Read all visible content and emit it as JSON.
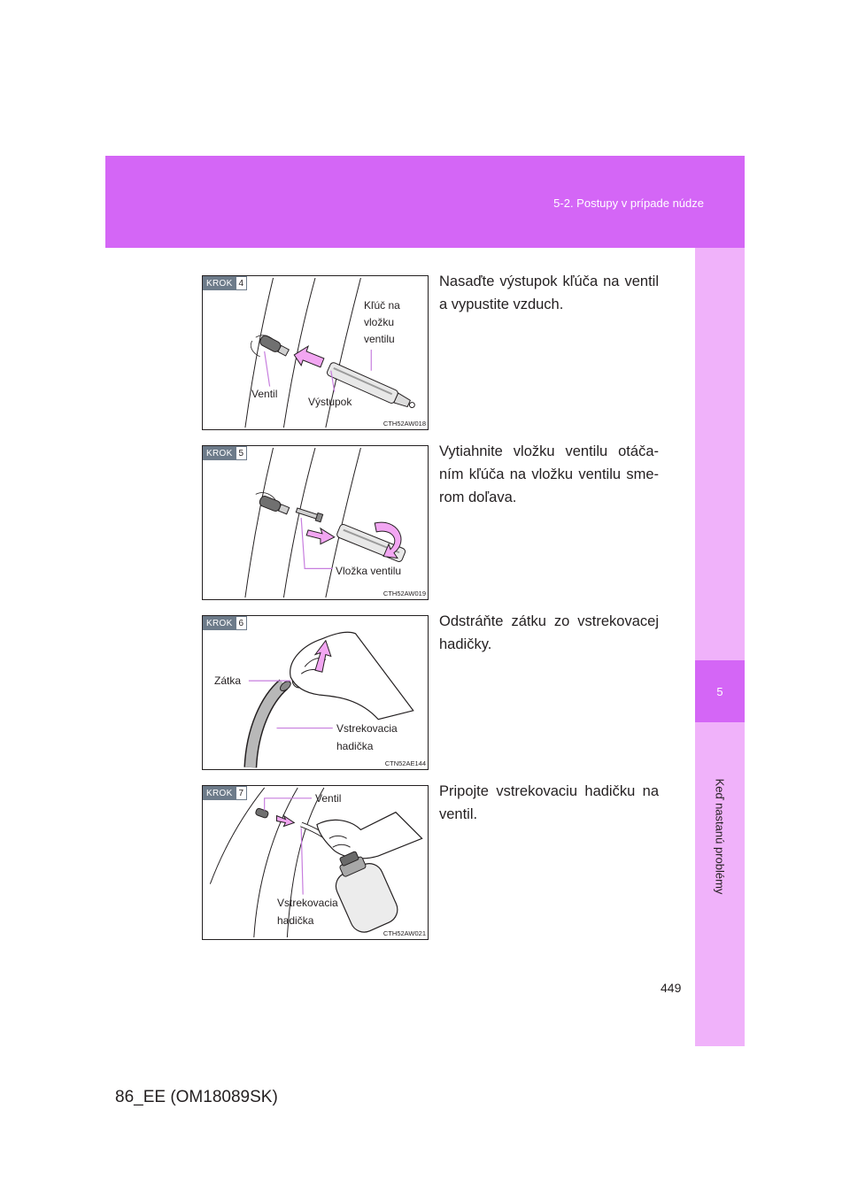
{
  "header": {
    "section_title": "5-2. Postupy v prípade núdze",
    "color": "#d466f6"
  },
  "side_tab": {
    "chapter_number": "5",
    "chapter_title": "Keď nastanú problémy",
    "color": "#f0b2fa"
  },
  "page_number": "449",
  "footer_code": "86_EE (OM18089SK)",
  "steps": [
    {
      "badge": "KROK",
      "number": "4",
      "text": "Nasaďte výstupok kľúča na ventil a vypustite vzduch.",
      "figure_code": "CTH52AW018",
      "callouts": [
        "Kľúč na",
        "vložku",
        "ventilu",
        "Ventil",
        "Výstupok"
      ]
    },
    {
      "badge": "KROK",
      "number": "5",
      "text": "Vytiahnite vložku ventilu otáča-ním kľúča na vložku ventilu sme-rom doľava.",
      "figure_code": "CTH52AW019",
      "callouts": [
        "Vložka ventilu"
      ]
    },
    {
      "badge": "KROK",
      "number": "6",
      "text": "Odstráňte zátku zo vstrekovacej hadičky.",
      "figure_code": "CTN52AE144",
      "callouts": [
        "Zátka",
        "Vstrekovacia",
        "hadička"
      ]
    },
    {
      "badge": "KROK",
      "number": "7",
      "text": "Pripojte vstrekovaciu hadičku na ventil.",
      "figure_code": "CTH52AW021",
      "callouts": [
        "Ventil",
        "Vstrekovacia",
        "hadička"
      ]
    }
  ],
  "colors": {
    "accent": "#d466f6",
    "callout_line": "#c77dde",
    "arrow_fill": "#f2a6f2",
    "badge": "#6d7b8a"
  }
}
